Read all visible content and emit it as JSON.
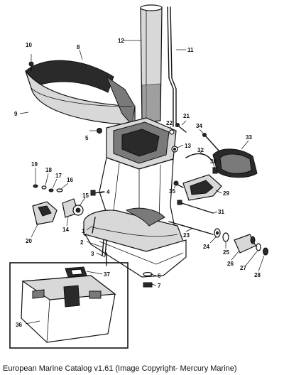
{
  "caption": "European Marine Catalog v1.61 (Image Copyright- Mercury Marine)",
  "callouts": {
    "c1": "1",
    "c2": "2",
    "c3": "3",
    "c4": "4",
    "c5": "5",
    "c6": "6",
    "c7": "7",
    "c8": "8",
    "c9": "9",
    "c10": "10",
    "c11": "11",
    "c12": "12",
    "c13": "13",
    "c14": "14",
    "c15": "15",
    "c16": "16",
    "c17": "17",
    "c18": "18",
    "c19": "19",
    "c20": "20",
    "c21": "21",
    "c22": "22",
    "c23": "23",
    "c24": "24",
    "c25": "25",
    "c26": "26",
    "c27": "27",
    "c28": "28",
    "c29": "29",
    "c30": "30",
    "c31": "31",
    "c32": "32",
    "c33": "33",
    "c34": "34",
    "c35": "35",
    "c36": "36",
    "c37": "37"
  }
}
